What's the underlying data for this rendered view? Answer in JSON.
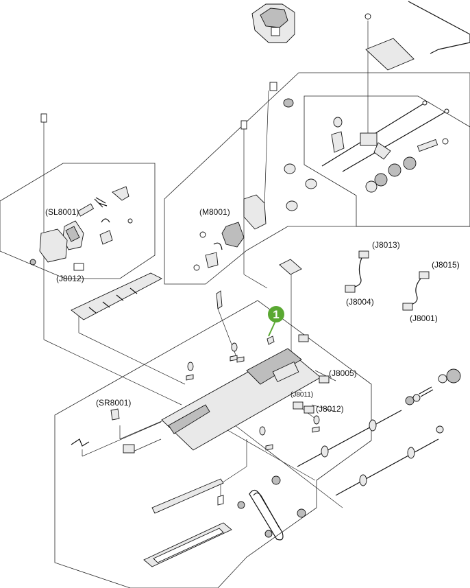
{
  "labels": {
    "sl8001": "(SL8001)",
    "j8012_left": "(J8012)",
    "m8001": "(M8001)",
    "j8013": "(J8013)",
    "j8004": "(J8004)",
    "j8015": "(J8015)",
    "j8001": "(J8001)",
    "j8005": "(J8005)",
    "j8011": "(J8011)",
    "j8012_right": "(J8012)",
    "sr8001": "(SR8001)"
  },
  "callout": {
    "number": "1",
    "color": "#5aa832"
  }
}
